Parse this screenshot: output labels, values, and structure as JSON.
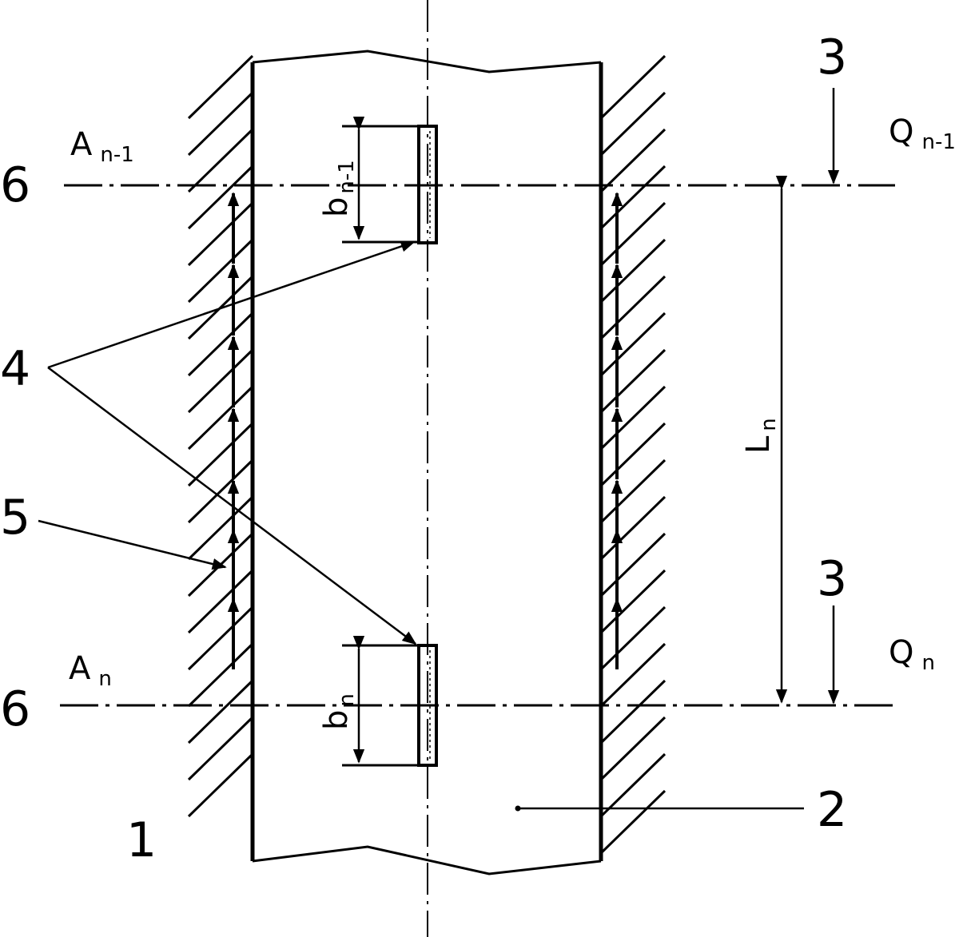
{
  "labels": {
    "l1": "1",
    "l2": "2",
    "l3": "3",
    "l4": "4",
    "l5": "5",
    "l6": "6"
  },
  "symbols": {
    "A": "A",
    "Q": "Q",
    "b": "b",
    "L": "L",
    "sub_n": "n",
    "sub_n_minus_1": "n-1"
  },
  "colors": {
    "ink": "#000000",
    "paper": "#ffffff"
  }
}
